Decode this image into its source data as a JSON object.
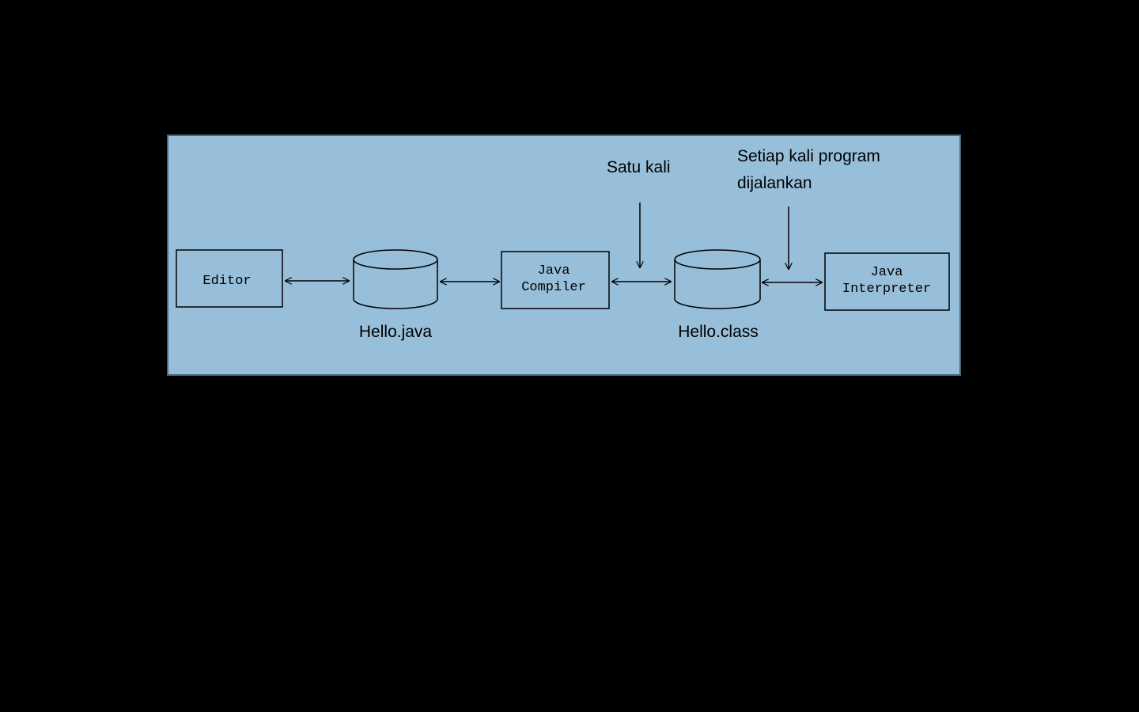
{
  "colors": {
    "page_background": "#000000",
    "panel_background": "#98bfd9",
    "panel_border": "#4a6a80",
    "ink": "#000000"
  },
  "nodes": {
    "editor": {
      "label": "Editor"
    },
    "hello_java": {
      "label": "Hello.java"
    },
    "compiler": {
      "line1": "Java",
      "line2": "Compiler"
    },
    "hello_class": {
      "label": "Hello.class"
    },
    "interpreter": {
      "line1": "Java",
      "line2": "Interpreter"
    }
  },
  "annotations": {
    "once": "Satu kali",
    "every_run_line1": "Setiap kali program",
    "every_run_line2": "dijalankan"
  }
}
